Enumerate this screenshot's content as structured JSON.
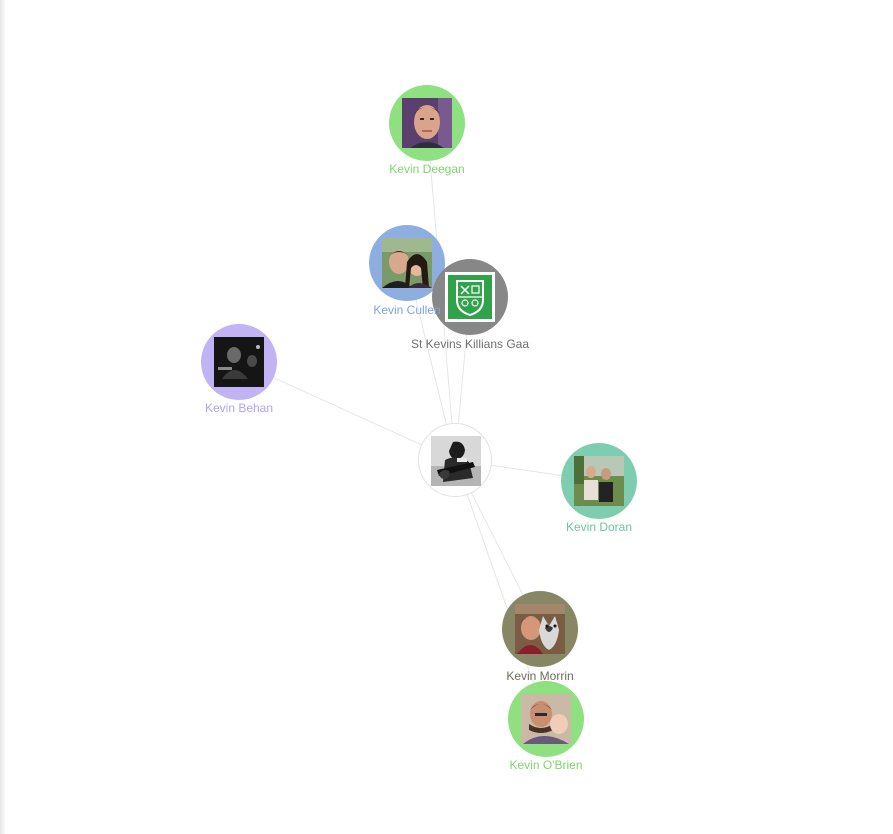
{
  "graph": {
    "center": {
      "icon": "person-with-guitar-photo"
    },
    "nodes": [
      {
        "id": "kevin-deegan",
        "label": "Kevin Deegan",
        "color": "#8fe080",
        "label_color": "#7ed56e",
        "icon": "man-portrait-photo"
      },
      {
        "id": "kevin-cullen",
        "label": "Kevin Cullen",
        "color": "#8eaee0",
        "label_color": "#7fa6dc",
        "icon": "couple-selfie-photo"
      },
      {
        "id": "st-kevins-killians-gaa",
        "label": "St Kevins Killians Gaa",
        "color": "#878787",
        "label_color": "#6f6f6f",
        "icon": "club-crest-logo"
      },
      {
        "id": "kevin-behan",
        "label": "Kevin Behan",
        "color": "#c2b3f4",
        "label_color": "#b3a3ef",
        "icon": "dark-group-photo"
      },
      {
        "id": "kevin-doran",
        "label": "Kevin Doran",
        "color": "#7fcdb0",
        "label_color": "#6cc5a3",
        "icon": "outdoor-couple-photo"
      },
      {
        "id": "kevin-morrin",
        "label": "Kevin Morrin",
        "color": "#878766",
        "label_color": "#6d6d55",
        "icon": "man-with-dog-photo"
      },
      {
        "id": "kevin-obrien",
        "label": "Kevin O'Brien",
        "color": "#8fe080",
        "label_color": "#7ed56e",
        "icon": "man-with-baby-photo"
      }
    ]
  }
}
